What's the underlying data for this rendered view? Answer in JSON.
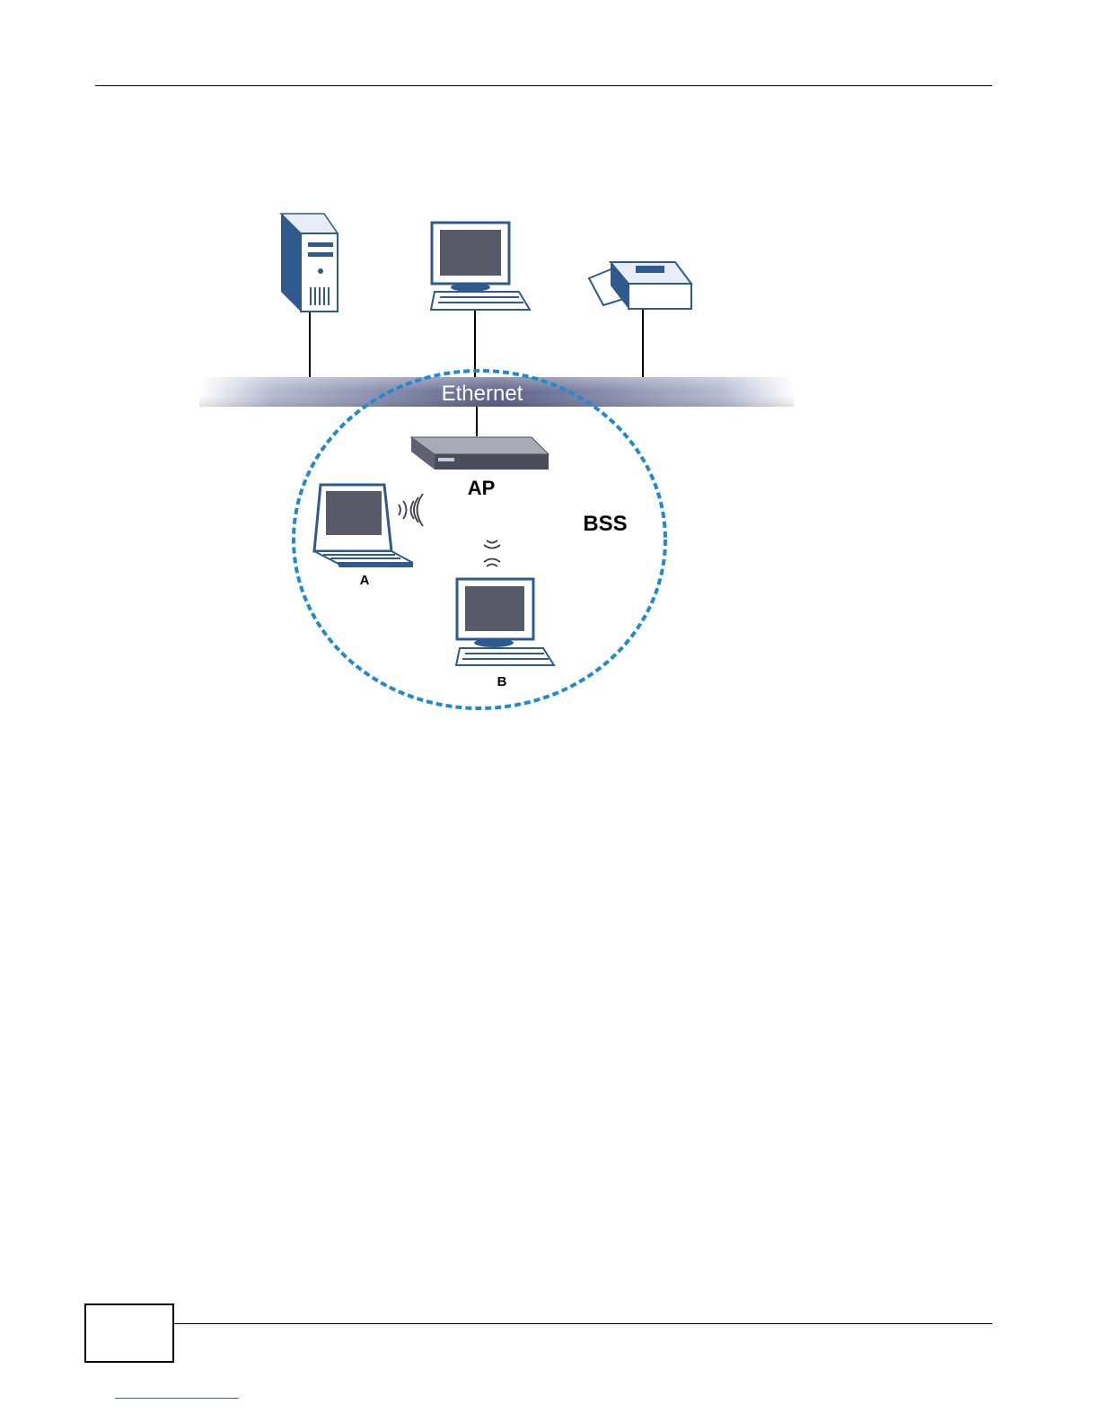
{
  "diagram": {
    "ethernet_label": "Ethernet",
    "ap_label": "AP",
    "bss_label": "BSS",
    "station_a_label": "A",
    "station_b_label": "B"
  },
  "colors": {
    "bss_dashed_circle": "#1e8ad0",
    "device_blue": "#2f5a8e",
    "screen_gray": "#585a6a",
    "ethernet_band": "#5b5f86"
  },
  "icons": [
    "server-tower-icon",
    "desktop-computer-icon",
    "printer-icon",
    "access-point-icon",
    "laptop-icon",
    "wireless-signal-icon"
  ]
}
